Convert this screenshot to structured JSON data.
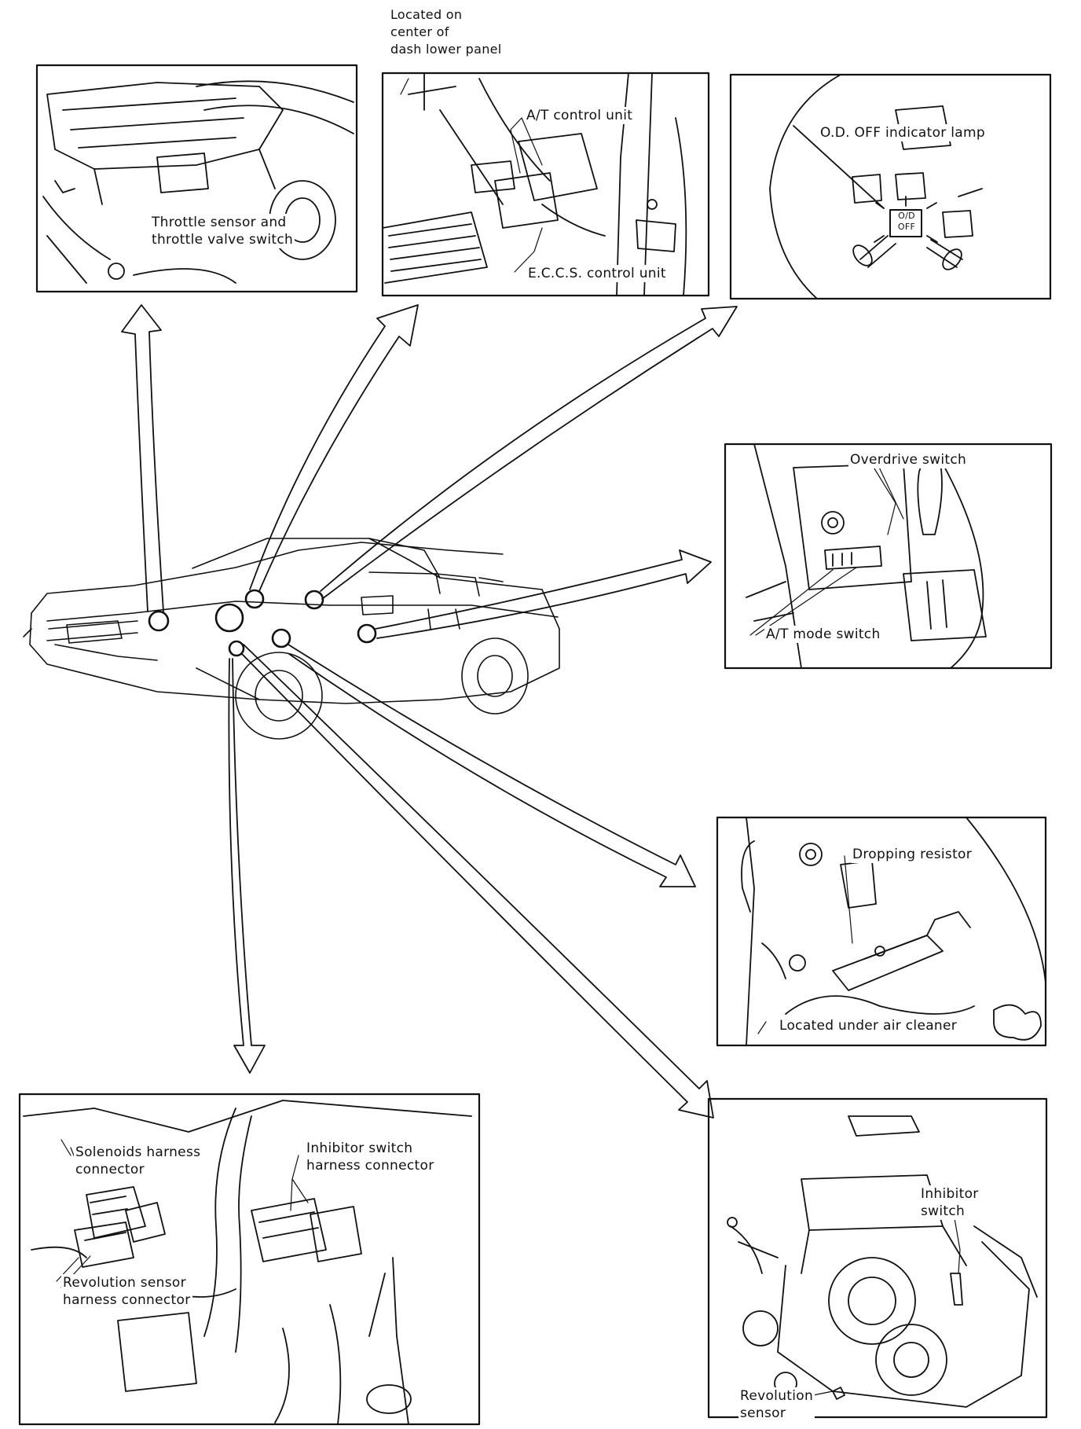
{
  "colors": {
    "ink": "#111111",
    "paper": "#ffffff"
  },
  "callouts": {
    "note_top": [
      "Located on",
      "center of",
      "dash lower panel"
    ],
    "throttle": [
      "Throttle sensor and",
      "throttle valve switch"
    ],
    "at_control_unit": "A/T control unit",
    "eccs_control_unit": "E.C.C.S. control unit",
    "od_off_lamp": "O.D. OFF indicator lamp",
    "od_badge": [
      "O/D",
      "OFF"
    ],
    "overdrive_switch": "Overdrive switch",
    "at_mode_switch": "A/T mode switch",
    "dropping_resistor": "Dropping resistor",
    "air_cleaner_note": "Located under air cleaner",
    "solenoids_connector": [
      "Solenoids harness",
      "connector"
    ],
    "inhibitor_connector": [
      "Inhibitor switch",
      "harness connector"
    ],
    "revolution_connector": [
      "Revolution sensor",
      "harness connector"
    ],
    "inhibitor_switch": [
      "Inhibitor",
      "switch"
    ],
    "revolution_sensor": [
      "Revolution",
      "sensor"
    ]
  },
  "icons": [
    "car-illustration",
    "location-circle",
    "arrow"
  ]
}
